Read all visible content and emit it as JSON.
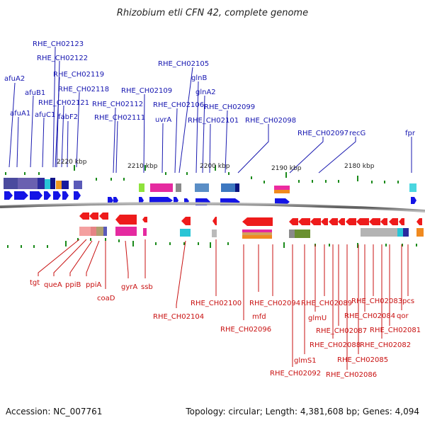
{
  "title": "Rhizobium etli CFN 42, complete genome",
  "footer": {
    "accession": "Accession: NC_007761",
    "summary": "Topology: circular; Length: 4,381,608 bp; Genes: 4,094"
  },
  "scale_labels": [
    "2220 kbp",
    "2210 kbp",
    "2200 kbp",
    "2190 kbp",
    "2180 kbp"
  ],
  "top_genes": [
    "RHE_CH02123",
    "RHE_CH02122",
    "afuA2",
    "RHE_CH02119",
    "afuB1",
    "RHE_CH02118",
    "RHE_CH02121",
    "afuA1",
    "afuC1",
    "fabF2",
    "RHE_CH02105",
    "glnB",
    "RHE_CH02109",
    "glnA2",
    "RHE_CH02112",
    "RHE_CH02106",
    "RHE_CH02099",
    "RHE_CH02111",
    "uvrA",
    "RHE_CH02101",
    "RHE_CH02098",
    "RHE_CH02097",
    "recG",
    "fpr"
  ],
  "bottom_genes": [
    "tgt",
    "queA",
    "ppiB",
    "ppiA",
    "coaD",
    "gyrA",
    "ssb",
    "RHE_CH02104",
    "RHE_CH02100",
    "RHE_CH02096",
    "mfd",
    "RHE_CH02094",
    "glmS1",
    "RHE_CH02092",
    "glmU",
    "RHE_CH02089",
    "RHE_CH02088",
    "RHE_CH02087",
    "RHE_CH02086",
    "RHE_CH02085",
    "RHE_CH02084",
    "RHE_CH02083",
    "RHE_CH02082",
    "RHE_CH02081",
    "qor",
    "pcs"
  ],
  "colors": {
    "forward_gene": "#1414e6",
    "reverse_gene": "#ee1b1b",
    "backbone": "#666666",
    "tick_marks": "#1a8a1a"
  }
}
